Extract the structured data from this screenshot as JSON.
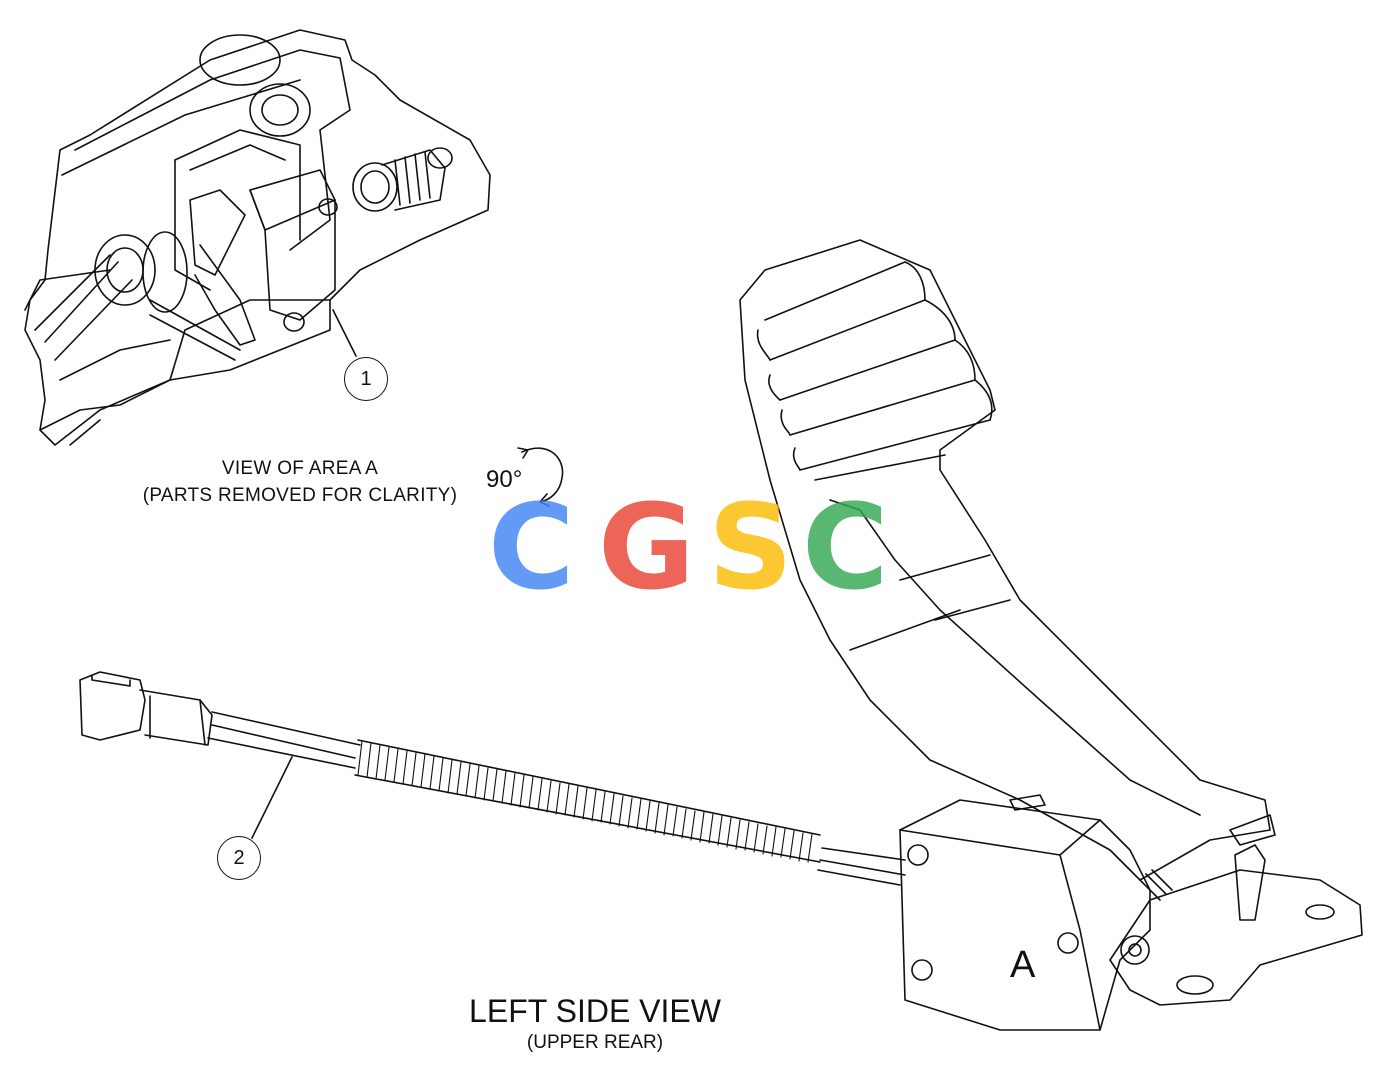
{
  "diagram": {
    "detail_view": {
      "caption_line1": "VIEW OF AREA  A",
      "caption_line2": "(PARTS REMOVED FOR CLARITY)"
    },
    "rotation_label": "90°",
    "callouts": [
      {
        "number": "1",
        "target": "switch"
      },
      {
        "number": "2",
        "target": "harness"
      }
    ],
    "area_label": "A",
    "main_view": {
      "title": "LEFT SIDE VIEW",
      "subtitle": "(UPPER REAR)"
    }
  },
  "watermark": {
    "letters": [
      {
        "char": "C",
        "color": "#4285F4"
      },
      {
        "char": "G",
        "color": "#EA4335"
      },
      {
        "char": "S",
        "color": "#FBBC05"
      },
      {
        "char": "C",
        "color": "#34A853"
      }
    ]
  }
}
